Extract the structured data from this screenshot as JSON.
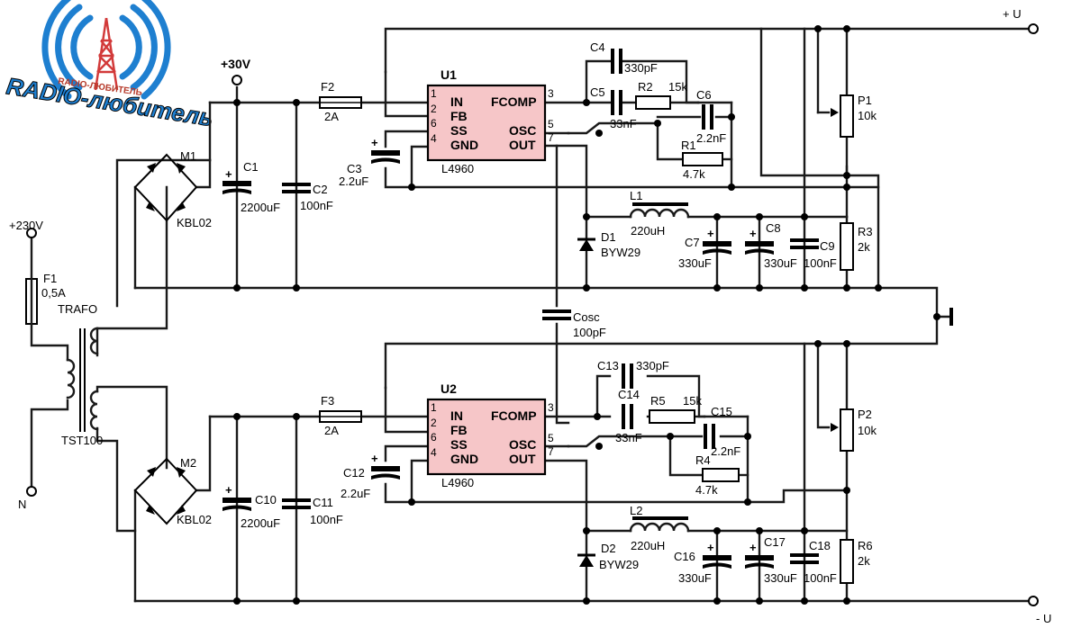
{
  "logo": {
    "brand": "RADIO-любитель",
    "small": "RADIO-ЛЮБИТЕЛЬ"
  },
  "colors": {
    "chip": "#f6c6c8",
    "logo_blue": "#1e7fd0",
    "logo_red": "#d23a3a",
    "wire": "#1a1a1a"
  },
  "terminals": {
    "plus_u": "+ U",
    "minus_u": "- U",
    "plus30": "+30V",
    "mains_in": "+230V",
    "neutral": "N"
  },
  "transformer": {
    "name": "TRAFO",
    "part": "TST100"
  },
  "fuses": {
    "f1": {
      "name": "F1",
      "value": "0,5A"
    },
    "f2": {
      "name": "F2",
      "value": "2A"
    },
    "f3": {
      "name": "F3",
      "value": "2A"
    }
  },
  "bridges": {
    "m1": {
      "name": "M1",
      "part": "KBL02"
    },
    "m2": {
      "name": "M2",
      "part": "KBL02"
    }
  },
  "u1": {
    "ref": "U1",
    "part": "L4960",
    "pins_left": [
      {
        "num": "1",
        "name": "IN"
      },
      {
        "num": "2",
        "name": "FB"
      },
      {
        "num": "6",
        "name": "SS"
      },
      {
        "num": "4",
        "name": "GND"
      }
    ],
    "pins_right": [
      {
        "num": "3",
        "name": "FCOMP"
      },
      {
        "num": "5",
        "name": "OSC"
      },
      {
        "num": "7",
        "name": "OUT"
      }
    ]
  },
  "u2": {
    "ref": "U2",
    "part": "L4960",
    "pins_left": [
      {
        "num": "1",
        "name": "IN"
      },
      {
        "num": "2",
        "name": "FB"
      },
      {
        "num": "6",
        "name": "SS"
      },
      {
        "num": "4",
        "name": "GND"
      }
    ],
    "pins_right": [
      {
        "num": "3",
        "name": "FCOMP"
      },
      {
        "num": "5",
        "name": "OSC"
      },
      {
        "num": "7",
        "name": "OUT"
      }
    ]
  },
  "caps": {
    "c1": {
      "name": "C1",
      "value": "2200uF"
    },
    "c2": {
      "name": "C2",
      "value": "100nF"
    },
    "c3": {
      "name": "C3",
      "value": "2.2uF"
    },
    "c4": {
      "name": "C4",
      "value": "330pF"
    },
    "c5": {
      "name": "C5",
      "value": "33nF"
    },
    "c6": {
      "name": "C6",
      "value": "2.2nF"
    },
    "c7": {
      "name": "C7",
      "value": "330uF"
    },
    "c8": {
      "name": "C8",
      "value": "330uF"
    },
    "c9": {
      "name": "C9",
      "value": "100nF"
    },
    "c10": {
      "name": "C10",
      "value": "2200uF"
    },
    "c11": {
      "name": "C11",
      "value": "100nF"
    },
    "c12": {
      "name": "C12",
      "value": "2.2uF"
    },
    "c13": {
      "name": "C13",
      "value": "330pF"
    },
    "c14": {
      "name": "C14",
      "value": "33nF"
    },
    "c15": {
      "name": "C15",
      "value": "2.2nF"
    },
    "c16": {
      "name": "C16",
      "value": "330uF"
    },
    "c17": {
      "name": "C17",
      "value": "330uF"
    },
    "c18": {
      "name": "C18",
      "value": "100nF"
    },
    "cosc": {
      "name": "Cosc",
      "value": "100pF"
    }
  },
  "resistors": {
    "r1": {
      "name": "R1",
      "value": "4.7k"
    },
    "r2": {
      "name": "R2",
      "value": "15k"
    },
    "r3": {
      "name": "R3",
      "value": "2k"
    },
    "r4": {
      "name": "R4",
      "value": "4.7k"
    },
    "r5": {
      "name": "R5",
      "value": "15k"
    },
    "r6": {
      "name": "R6",
      "value": "2k"
    },
    "p1": {
      "name": "P1",
      "value": "10k"
    },
    "p2": {
      "name": "P2",
      "value": "10k"
    }
  },
  "inductors": {
    "l1": {
      "name": "L1",
      "value": "220uH"
    },
    "l2": {
      "name": "L2",
      "value": "220uH"
    }
  },
  "diodes": {
    "d1": {
      "name": "D1",
      "part": "BYW29"
    },
    "d2": {
      "name": "D2",
      "part": "BYW29"
    }
  },
  "ground_symbol": "ground-icon"
}
